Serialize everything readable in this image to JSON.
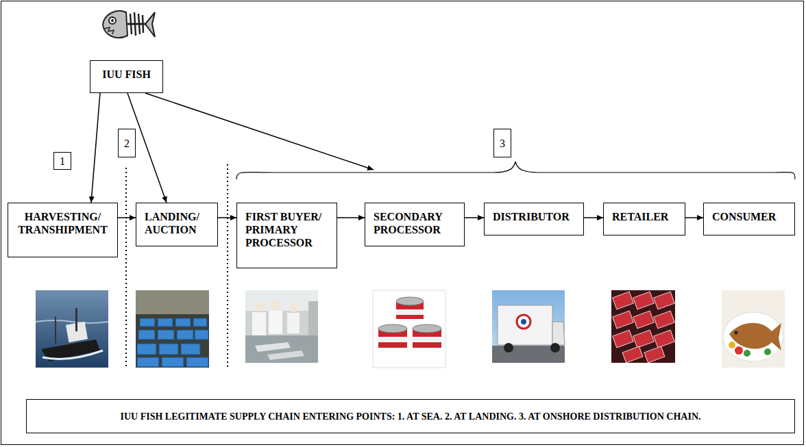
{
  "diagram": {
    "nodes": [
      {
        "text": [
          "IUU FISH"
        ]
      },
      {
        "text": [
          "1"
        ]
      },
      {
        "text": [
          "2"
        ]
      },
      {
        "text": [
          "3"
        ]
      },
      {
        "text": [
          "HARVESTING/ TRANSHIPMENT"
        ]
      },
      {
        "text": [
          "LANDING/ AUCTION"
        ]
      },
      {
        "text": [
          "FIRST BUYER/ PRIMARY PROCESSOR"
        ]
      },
      {
        "text": [
          "SECONDARY PROCESSOR"
        ]
      },
      {
        "text": [
          "DISTRIBUTOR"
        ]
      },
      {
        "text": [
          "RETAILER"
        ]
      },
      {
        "text": [
          "CONSUMER"
        ]
      },
      {
        "text": [
          "IUU FISH LEGITIMATE SUPPLY CHAIN ENTERING POINTS: 1. AT SEA. 2. AT LANDING. 3. AT ONSHORE DISTRIBUTION CHAIN."
        ]
      }
    ],
    "edges": [
      {
        "from": 0,
        "to": 4,
        "arrow": "to"
      },
      {
        "from": 0,
        "to": 5,
        "arrow": "to"
      },
      {
        "from": 4,
        "to": 5,
        "arrow": "to"
      },
      {
        "from": 5,
        "to": 6,
        "arrow": "to"
      },
      {
        "from": 6,
        "to": 7,
        "arrow": "to"
      },
      {
        "from": 7,
        "to": 8,
        "arrow": "to"
      },
      {
        "from": 8,
        "to": 9,
        "arrow": "to"
      },
      {
        "from": 9,
        "to": 10,
        "arrow": "to"
      }
    ]
  }
}
